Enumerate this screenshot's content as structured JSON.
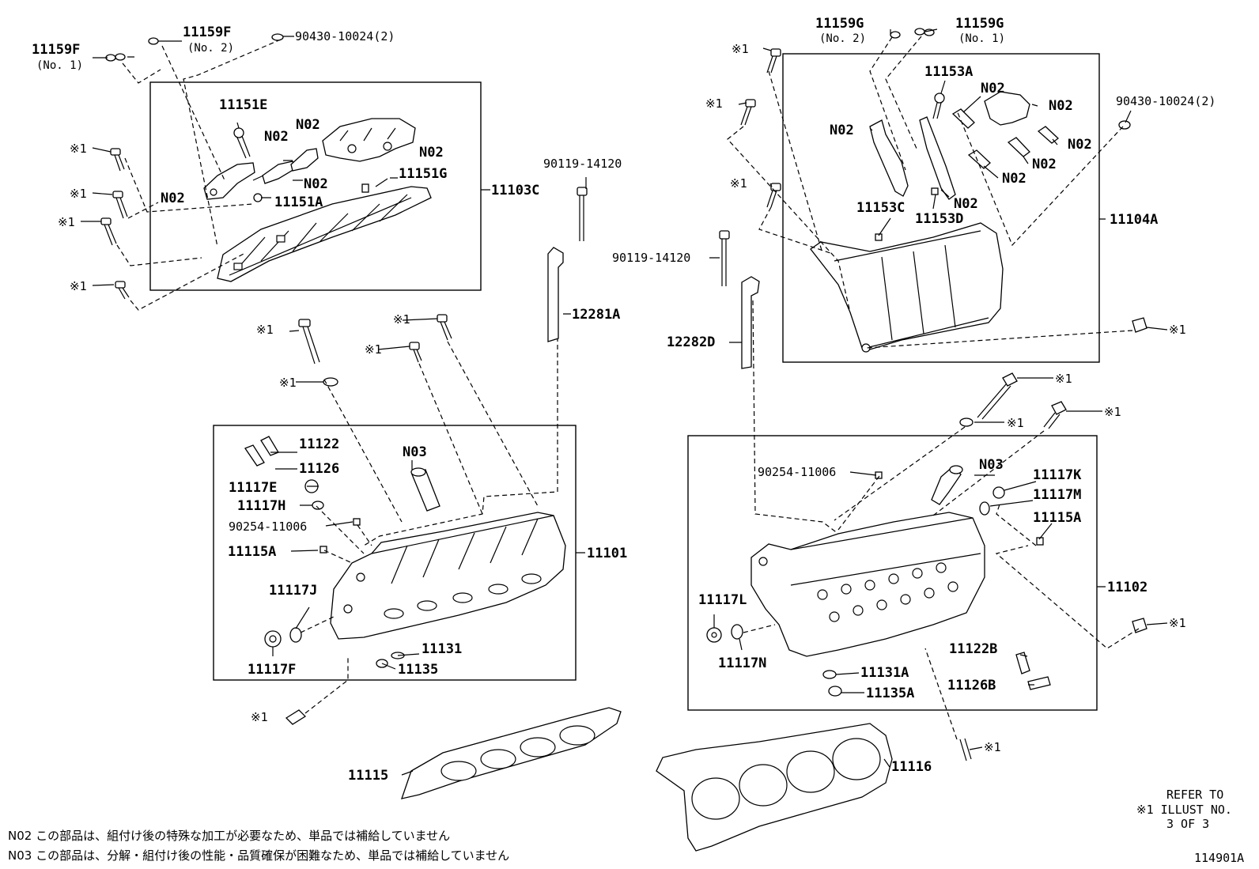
{
  "labels": {
    "p11159F": "11159F",
    "p11159F_no1": "(No. 1)",
    "p11159F2": "11159F",
    "p11159F_no2": "(No. 2)",
    "p90430_a": "90430-10024(2)",
    "p11151E": "11151E",
    "n02_1": "N02",
    "n02_2": "N02",
    "n02_3": "N02",
    "n02_4": "N02",
    "n02_5": "N02",
    "p11151G": "11151G",
    "p11151A": "11151A",
    "p11103C": "11103C",
    "x1_1": "※1",
    "x1_2": "※1",
    "x1_3": "※1",
    "x1_4": "※1",
    "p90119_a": "90119-14120",
    "p12281A": "12281A",
    "x1_5": "※1",
    "x1_6": "※1",
    "x1_7": "※1",
    "x1_8": "※1",
    "p11122": "11122",
    "p11126": "11126",
    "n03_1": "N03",
    "p11117E": "11117E",
    "p11117H": "11117H",
    "p90254_a": "90254-11006",
    "p11115A_a": "11115A",
    "p11101": "11101",
    "p11117J": "11117J",
    "p11131": "11131",
    "p11135": "11135",
    "p11117F": "11117F",
    "x1_9": "※1",
    "p11115": "11115",
    "p11159G_2": "11159G",
    "p11159G_no2": "(No. 2)",
    "p11159G_1": "11159G",
    "p11159G_no1": "(No. 1)",
    "x1_10": "※1",
    "p11153A": "11153A",
    "n02_6": "N02",
    "n02_7": "N02",
    "x1_11": "※1",
    "n02_8": "N02",
    "p90430_b": "90430-10024(2)",
    "n02_9": "N02",
    "n02_10": "N02",
    "n02_11": "N02",
    "n02_12": "N02",
    "x1_12": "※1",
    "p11153C": "11153C",
    "p11153D": "11153D",
    "p11104A": "11104A",
    "p90119_b": "90119-14120",
    "p12282D": "12282D",
    "x1_13": "※1",
    "x1_14": "※1",
    "x1_15": "※1",
    "x1_16": "※1",
    "p90254_b": "90254-11006",
    "n03_2": "N03",
    "p11117K": "11117K",
    "p11117M": "11117M",
    "p11115A_b": "11115A",
    "p11102": "11102",
    "x1_17": "※1",
    "p11117L": "11117L",
    "p11117N": "11117N",
    "p11122B": "11122B",
    "p11131A": "11131A",
    "p11126B": "11126B",
    "p11135A": "11135A",
    "x1_18": "※1",
    "p11116": "11116"
  },
  "refer": {
    "line1": "REFER TO",
    "line2": "※1 ILLUST NO.",
    "line3": "3 OF 3"
  },
  "notes": {
    "n02": "N02  この部品は、組付け後の特殊な加工が必要なため、単品では補給していません",
    "n03": "N03  この部品は、分解・組付け後の性能・品質確保が困難なため、単品では補給していません"
  },
  "illust_id": "114901A"
}
